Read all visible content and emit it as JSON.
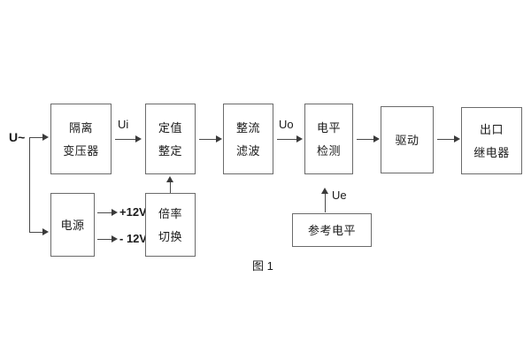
{
  "figure": {
    "caption": "图 1",
    "input_label": "U~"
  },
  "blocks": [
    {
      "id": "isolation-transformer",
      "lines": [
        "隔离",
        "变压器"
      ]
    },
    {
      "id": "setpoint-setting",
      "lines": [
        "定值",
        "整定"
      ]
    },
    {
      "id": "rectify-filter",
      "lines": [
        "整流",
        "滤波"
      ]
    },
    {
      "id": "level-detection",
      "lines": [
        "电平",
        "检测"
      ]
    },
    {
      "id": "drive",
      "lines": [
        "驱动"
      ]
    },
    {
      "id": "output-relay",
      "lines": [
        "出口",
        "继电器"
      ]
    },
    {
      "id": "power-supply",
      "lines": [
        "电源"
      ]
    },
    {
      "id": "multiplier-switch",
      "lines": [
        "倍率",
        "切换"
      ]
    },
    {
      "id": "reference-level",
      "lines": [
        "参考电平"
      ]
    }
  ],
  "signals": {
    "ui": "Ui",
    "uo": "Uo",
    "ue": "Ue"
  },
  "rails": {
    "positive": "+12V",
    "negative": "- 12V"
  },
  "colors": {
    "background": "#ffffff",
    "block_border": "#6b6b6b",
    "connector": "#4a4a4a",
    "text": "#1a1a1a"
  }
}
